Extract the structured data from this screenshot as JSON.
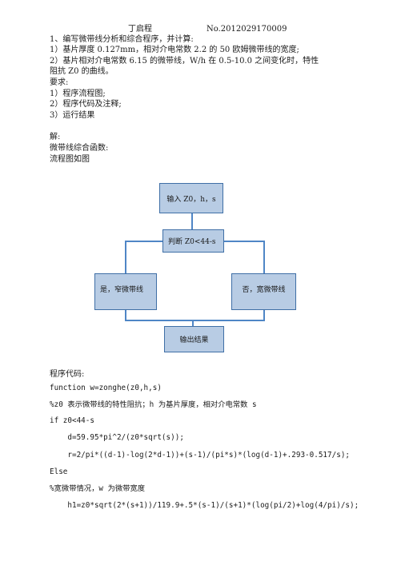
{
  "header": {
    "author": "丁启程",
    "student_no": "No.2012029170009"
  },
  "task": {
    "line1": "1、编写微带线分析和综合程序，并计算:",
    "line2": "1）基片厚度 0.127mm，相对介电常数 2.2 的 50 欧姆微带线的宽度;",
    "line3": "2）基片相对介电常数 6.15 的微带线，W/h 在 0.5-10.0 之间变化时，特性",
    "line4": "阻抗 Z0 的曲线。",
    "req_title": "要求:",
    "req1": "1）程序流程图;",
    "req2": "2）程序代码及注释;",
    "req3": "3）运行结果"
  },
  "solution": {
    "label": "解:",
    "subtitle": "微带线综合函数:",
    "flow_label": "流程图如图"
  },
  "flowchart": {
    "input": "输入 Z0，h，s",
    "decision": "判断 Z0<44-s",
    "yes": "是，窄微带线",
    "no": "否，宽微带线",
    "output": "输出结果"
  },
  "code_section": {
    "label": "程序代码:",
    "lines": [
      "function w=zonghe(z0,h,s)",
      "%z0 表示微带线的特性阻抗；h 为基片厚度，相对介电常数 s",
      "if z0<44-s",
      "    d=59.95*pi^2/(z0*sqrt(s));",
      "    r=2/pi*((d-1)-log(2*d-1))+(s-1)/(pi*s)*(log(d-1)+.293-0.517/s);",
      "Else",
      "%宽微带情况，w 为微带宽度",
      "    h1=z0*sqrt(2*(s+1))/119.9+.5*(s-1)/(s+1)*(log(pi/2)+log(4/pi)/s);"
    ]
  }
}
